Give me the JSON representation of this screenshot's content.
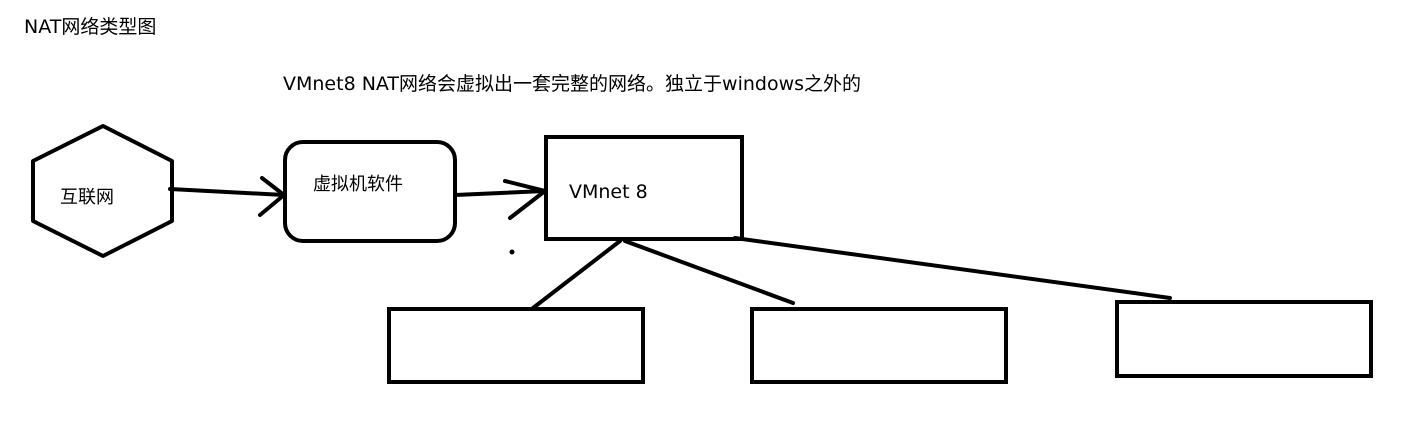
{
  "title": "NAT网络类型图",
  "description": "VMnet8 NAT网络会虚拟出一套完整的网络。独立于windows之外的",
  "nodes": {
    "internet": {
      "label": "互联网"
    },
    "vm_software": {
      "label": "虚拟机软件"
    },
    "vmnet8": {
      "label": "VMnet 8"
    },
    "host_1": {
      "label": ""
    },
    "host_2": {
      "label": ""
    },
    "host_3": {
      "label": ""
    }
  },
  "colors": {
    "stroke": "#000000",
    "background": "#ffffff"
  }
}
